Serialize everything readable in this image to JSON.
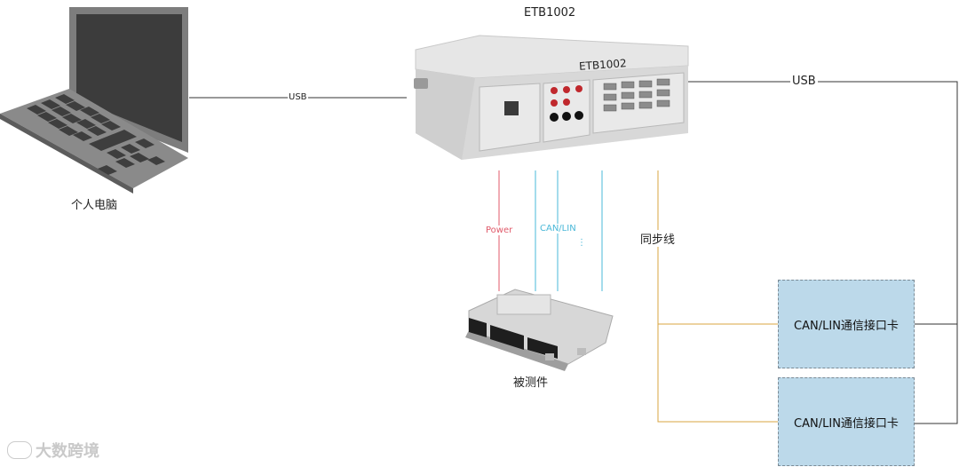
{
  "device": {
    "title": "ETB1002",
    "panel_label": "ETB1002"
  },
  "pc": {
    "label": "个人电脑"
  },
  "links": {
    "usb_pc": "USB",
    "usb_cards": "USB",
    "power": "Power",
    "can_lin": "CAN/LIN",
    "ellipsis": "⋮",
    "sync": "同步线"
  },
  "dut": {
    "label": "被测件"
  },
  "cards": [
    {
      "label": "CAN/LIN通信接口卡"
    },
    {
      "label": "CAN/LIN通信接口卡"
    }
  ],
  "watermark": {
    "text": "大数跨境"
  },
  "colors": {
    "power": "#e05a6a",
    "can_lin": "#4ab8d8",
    "sync": "#d9a441",
    "usb": "#333333",
    "card_fill": "#bcd9ea"
  }
}
